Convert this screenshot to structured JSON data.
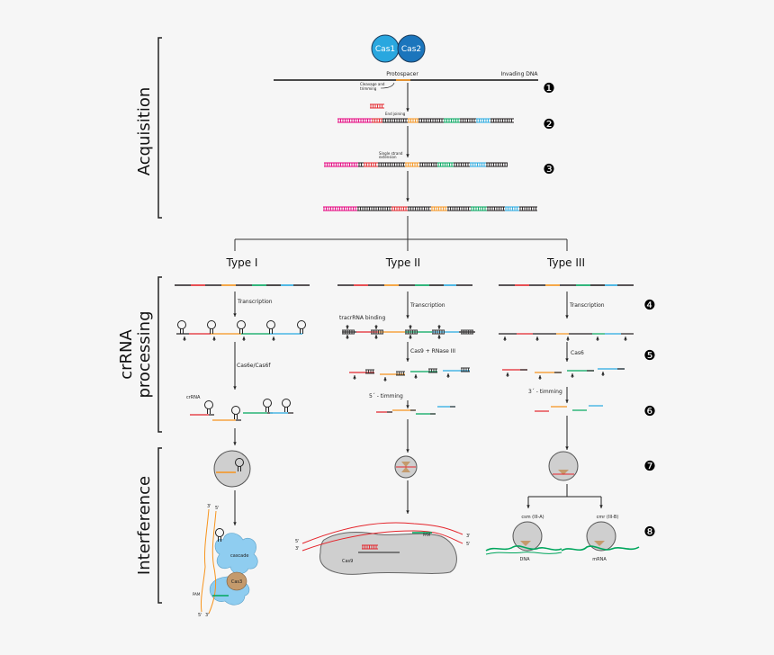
{
  "sections": {
    "acquisition": "Acquisition",
    "crrna_line1": "crRNA",
    "crrna_line2": "processing",
    "interference": "Interference"
  },
  "proteins": {
    "cas1": "Cas1",
    "cas2": "Cas2"
  },
  "acquisition_labels": {
    "protospacer": "Protospacer",
    "invading_dna": "Invading DNA",
    "cleavage_line1": "Cleavage and",
    "cleavage_line2": "trimming",
    "end_joining": "End joining",
    "single_strand_line1": "Single strand",
    "single_strand_line2": "extension"
  },
  "types": {
    "type1": "Type I",
    "type2": "Type II",
    "type3": "Type III"
  },
  "processing_labels": {
    "transcription": "Transcription",
    "tracrrna_binding": "tracrRNA binding",
    "cas6e_cas6f": "Cas6e/Cas6f",
    "cas9_rnase": "Cas9 + RNase III",
    "cas6": "Cas6",
    "crrna": "crRNA",
    "trim5": "5´ - timming",
    "trim3": "3´ - timming"
  },
  "interference_labels": {
    "cascade": "cascade",
    "cas3": "Cas3",
    "cas9": "Cas9",
    "pam": "PAM",
    "csm": "csm (III-A)",
    "cmr": "cmr (III-B)",
    "dna": "DNA",
    "mrna": "mRNA",
    "end5": "5'",
    "end3": "3'"
  },
  "steps": [
    "❶",
    "❷",
    "❸",
    "❹",
    "❺",
    "❻",
    "❼",
    "❽"
  ],
  "colors": {
    "cas1": "#29a7df",
    "cas2": "#1b75bc",
    "repeat": "#231f20",
    "spacer_red": "#e4252c",
    "spacer_orange": "#f7941d",
    "spacer_green": "#00a65d",
    "spacer_cyan": "#27aae1",
    "leader": "#e5007e",
    "cascade_blue": "#8fcdf0",
    "cas3_brown": "#c49a6c",
    "complex_gray": "#cfcfcf"
  }
}
